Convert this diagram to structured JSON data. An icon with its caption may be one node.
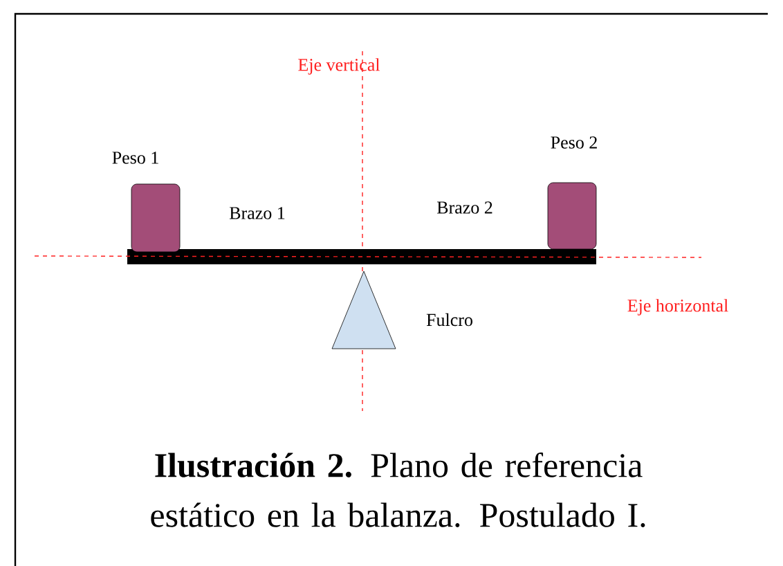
{
  "diagram": {
    "caption": "**Ilustración 2.** Plano de referencia estático en la balanza. Postulado I.",
    "labels": [
      "Eje vertical",
      "Peso 1",
      "Peso 2",
      "Brazo 1",
      "Brazo 2",
      "Fulcro",
      "Eje horizontal"
    ]
  }
}
